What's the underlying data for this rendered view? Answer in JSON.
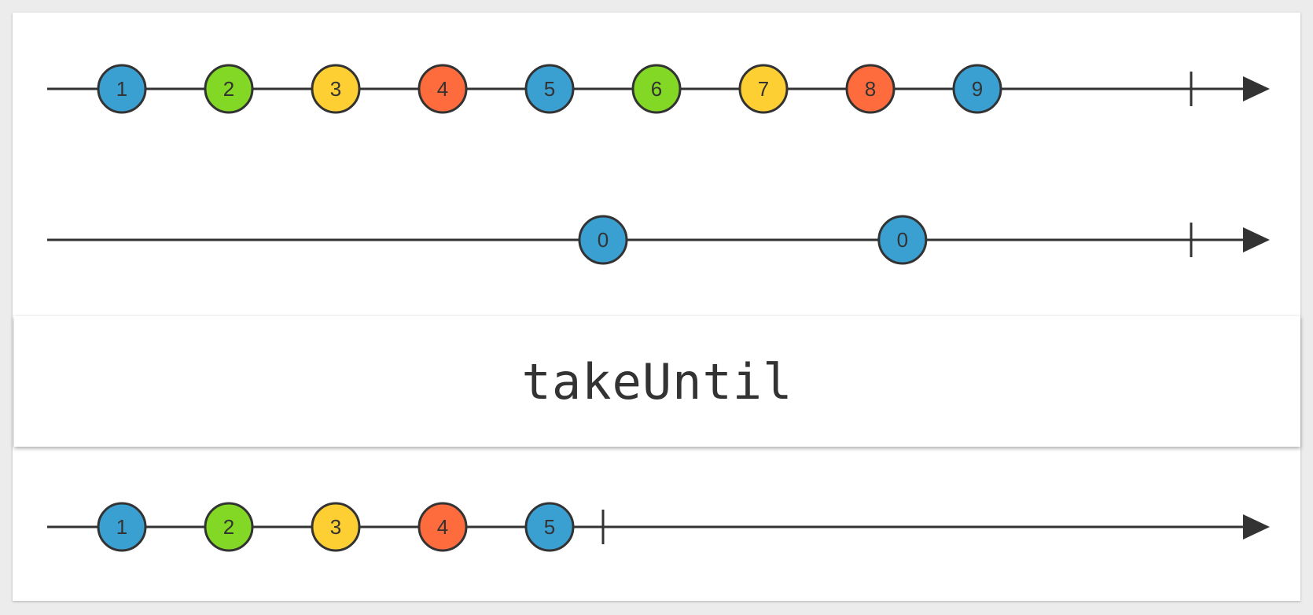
{
  "operator": {
    "name": "takeUntil"
  },
  "timelines": [
    {
      "id": "source",
      "marbles": [
        {
          "label": "1",
          "t": 1,
          "color": "#3aa0d2"
        },
        {
          "label": "2",
          "t": 2,
          "color": "#82d824"
        },
        {
          "label": "3",
          "t": 3,
          "color": "#fdcf33"
        },
        {
          "label": "4",
          "t": 4,
          "color": "#fe6c3e"
        },
        {
          "label": "5",
          "t": 5,
          "color": "#3aa0d2"
        },
        {
          "label": "6",
          "t": 6,
          "color": "#82d824"
        },
        {
          "label": "7",
          "t": 7,
          "color": "#fdcf33"
        },
        {
          "label": "8",
          "t": 8,
          "color": "#fe6c3e"
        },
        {
          "label": "9",
          "t": 9,
          "color": "#3aa0d2"
        }
      ],
      "completion": 11
    },
    {
      "id": "notifier",
      "marbles": [
        {
          "label": "0",
          "t": 5.5,
          "color": "#3aa0d2"
        },
        {
          "label": "0",
          "t": 8.3,
          "color": "#3aa0d2"
        }
      ],
      "completion": 11
    },
    {
      "id": "result",
      "marbles": [
        {
          "label": "1",
          "t": 1,
          "color": "#3aa0d2"
        },
        {
          "label": "2",
          "t": 2,
          "color": "#82d824"
        },
        {
          "label": "3",
          "t": 3,
          "color": "#fdcf33"
        },
        {
          "label": "4",
          "t": 4,
          "color": "#fe6c3e"
        },
        {
          "label": "5",
          "t": 5,
          "color": "#3aa0d2"
        }
      ],
      "completion": 5.5
    }
  ],
  "colors": {
    "line": "#333333",
    "blue": "#3aa0d2",
    "green": "#82d824",
    "yellow": "#fdcf33",
    "red": "#fe6c3e"
  }
}
